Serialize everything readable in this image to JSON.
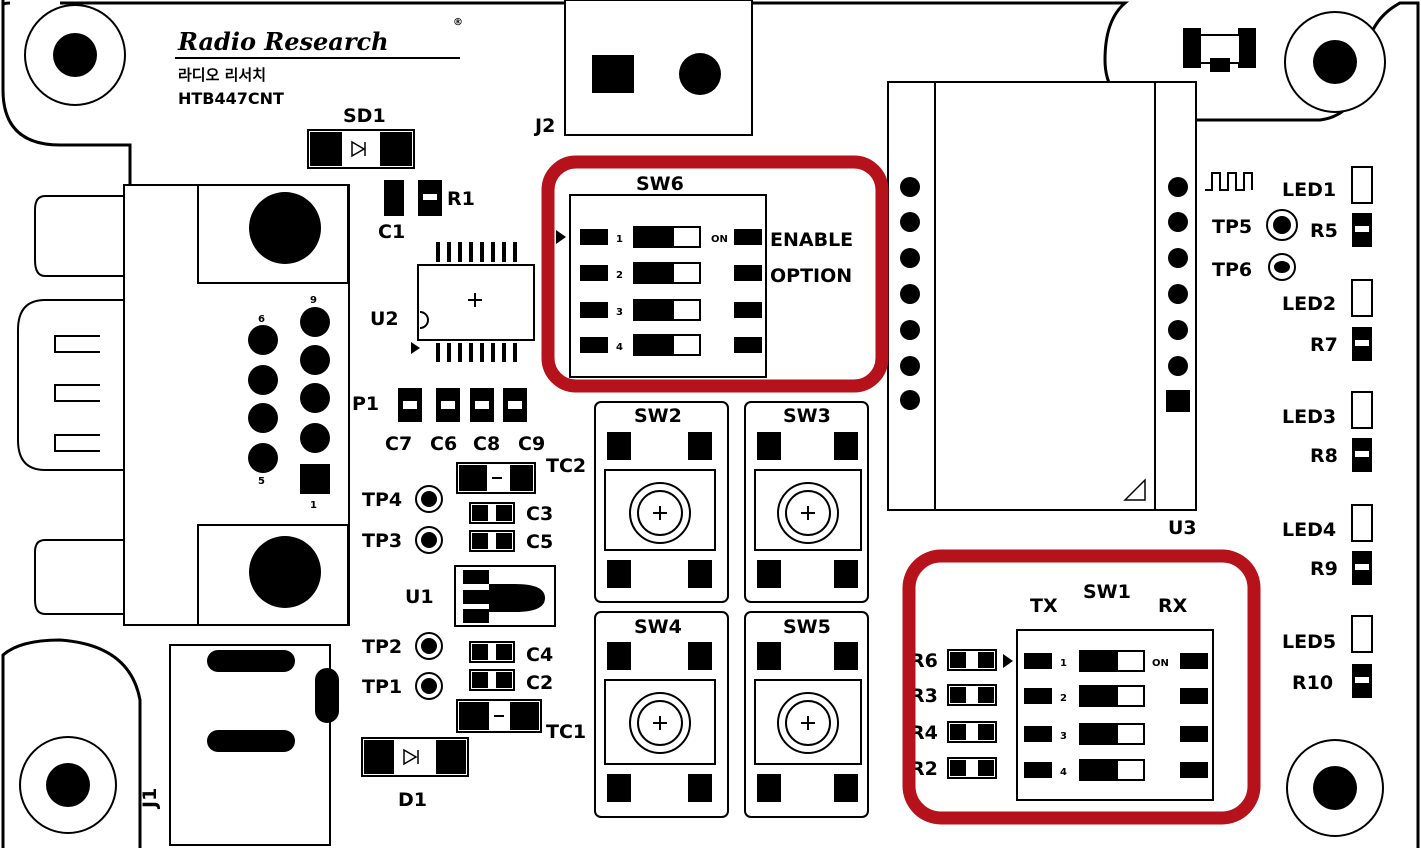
{
  "brand": {
    "name": "Radio Research",
    "mark": "®",
    "korean": "라디오 리서치",
    "model": "HTB447CNT"
  },
  "labels": {
    "sd1": "SD1",
    "r1": "R1",
    "c1": "C1",
    "u2": "U2",
    "p1": "P1",
    "c7": "C7",
    "c6": "C6",
    "c8": "C8",
    "c9": "C9",
    "tc2": "TC2",
    "tp4": "TP4",
    "tp3": "TP3",
    "c3": "C3",
    "c5": "C5",
    "u1": "U1",
    "tp2": "TP2",
    "tp1": "TP1",
    "c4": "C4",
    "c2": "C2",
    "tc1": "TC1",
    "d1": "D1",
    "j1": "J1",
    "j2": "J2",
    "sw6": "SW6",
    "enable": "ENABLE",
    "option": "OPTION",
    "sw2": "SW2",
    "sw3": "SW3",
    "sw4": "SW4",
    "sw5": "SW5",
    "u3": "U3",
    "sw1": "SW1",
    "tx": "TX",
    "rx": "RX",
    "r6": "R6",
    "r3": "R3",
    "r4": "R4",
    "r2": "R2",
    "led1": "LED1",
    "led2": "LED2",
    "led3": "LED3",
    "led4": "LED4",
    "led5": "LED5",
    "r5": "R5",
    "r7": "R7",
    "r8": "R8",
    "r9": "R9",
    "r10": "R10",
    "tp5": "TP5",
    "tp6": "TP6"
  },
  "dip": {
    "on": "ON",
    "pins": [
      "1",
      "2",
      "3",
      "4"
    ]
  },
  "p1_pins": {
    "pin1": "1",
    "pin5": "5",
    "pin6": "6",
    "pin9": "9"
  },
  "colors": {
    "highlight": "#b5121b",
    "ink": "#000000",
    "board": "#ffffff"
  }
}
